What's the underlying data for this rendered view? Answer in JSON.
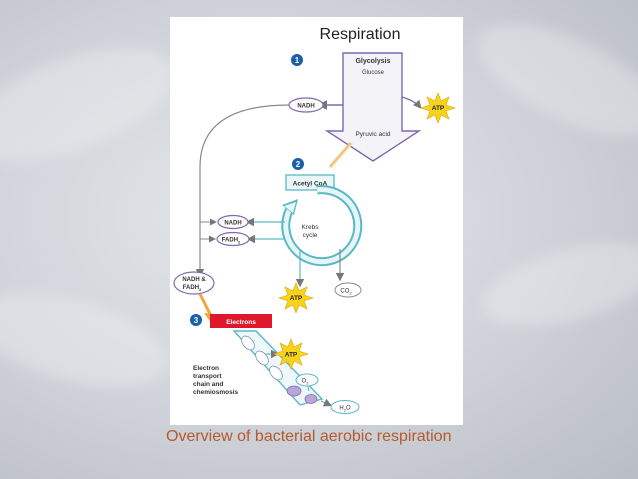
{
  "caption": "Overview of bacterial aerobic respiration",
  "diagram": {
    "title": "Respiration",
    "steps": {
      "one": "1",
      "two": "2",
      "three": "3"
    },
    "glycolysis_title": "Glycolysis",
    "glucose": "Glucose",
    "pyruvic_acid": "Pyruvic acid",
    "nadh_top": "NADH",
    "atp_glycolysis": "ATP",
    "acetyl_coa": "Acetyl CoA",
    "krebs_line1": "Krebs",
    "krebs_line2": "cycle",
    "nadh_krebs": "NADH",
    "fadh_krebs": "FADH",
    "fadh_krebs_sub": "2",
    "nadh_fadh_line1": "NADH &",
    "nadh_fadh_line2": "FADH",
    "nadh_fadh_sub": "2",
    "atp_krebs": "ATP",
    "co2": "CO",
    "co2_sub": "2",
    "electrons": "Electrons",
    "atp_etc": "ATP",
    "o2": "O",
    "o2_sub": "2",
    "h2o_h": "H",
    "h2o_sub": "2",
    "h2o_o": "O",
    "etc_line1": "Electron",
    "etc_line2": "transport",
    "etc_line3": "chain and",
    "etc_line4": "chemiosmosis"
  },
  "colors": {
    "teal": "#5ab8c4",
    "purple": "#7c6ab0",
    "electrons_red": "#e0182d",
    "atp_yellow": "#f7d31c",
    "step_blue": "#1b5fa8",
    "caption": "#b35a2e"
  }
}
